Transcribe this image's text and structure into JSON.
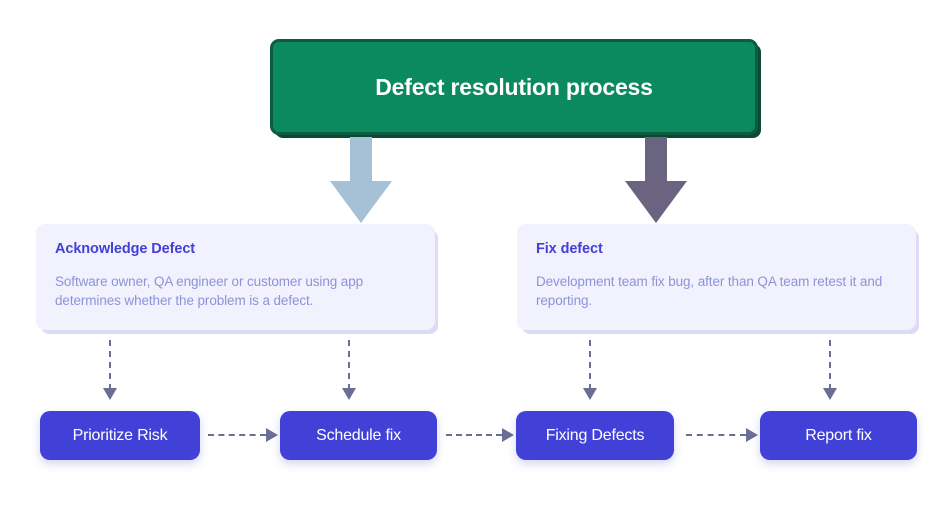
{
  "diagram": {
    "type": "flowchart",
    "title": "Defect resolution process",
    "header": {
      "label": "Defect resolution process",
      "background_color": "#0b8a5f",
      "border_color": "#0d5c42",
      "text_color": "#ffffff"
    },
    "connectors": {
      "big_arrows": [
        {
          "name": "arrow-to-acknowledge-defect",
          "color": "#a6c0d6",
          "direction": "down"
        },
        {
          "name": "arrow-to-fix-defect",
          "color": "#6b6480",
          "direction": "down"
        }
      ],
      "dotted_color": "#6b6e93"
    },
    "cards": [
      {
        "title": "Acknowledge Defect",
        "body": "Software owner, QA engineer or customer using app determines whether the problem is a defect.",
        "background_color": "#f1f2fd",
        "title_color": "#4340d6",
        "body_color": "#8d93d8"
      },
      {
        "title": "Fix defect",
        "body": "Development team fix bug, after than QA team retest it and reporting.",
        "background_color": "#f1f2fd",
        "title_color": "#4340d6",
        "body_color": "#8d93d8"
      }
    ],
    "steps": [
      {
        "label": "Prioritize Risk",
        "color": "#4141d8",
        "text_color": "#ffffff"
      },
      {
        "label": "Schedule fix",
        "color": "#4141d8",
        "text_color": "#ffffff"
      },
      {
        "label": "Fixing Defects",
        "color": "#4141d8",
        "text_color": "#ffffff"
      },
      {
        "label": "Report fix",
        "color": "#4141d8",
        "text_color": "#ffffff"
      }
    ]
  }
}
